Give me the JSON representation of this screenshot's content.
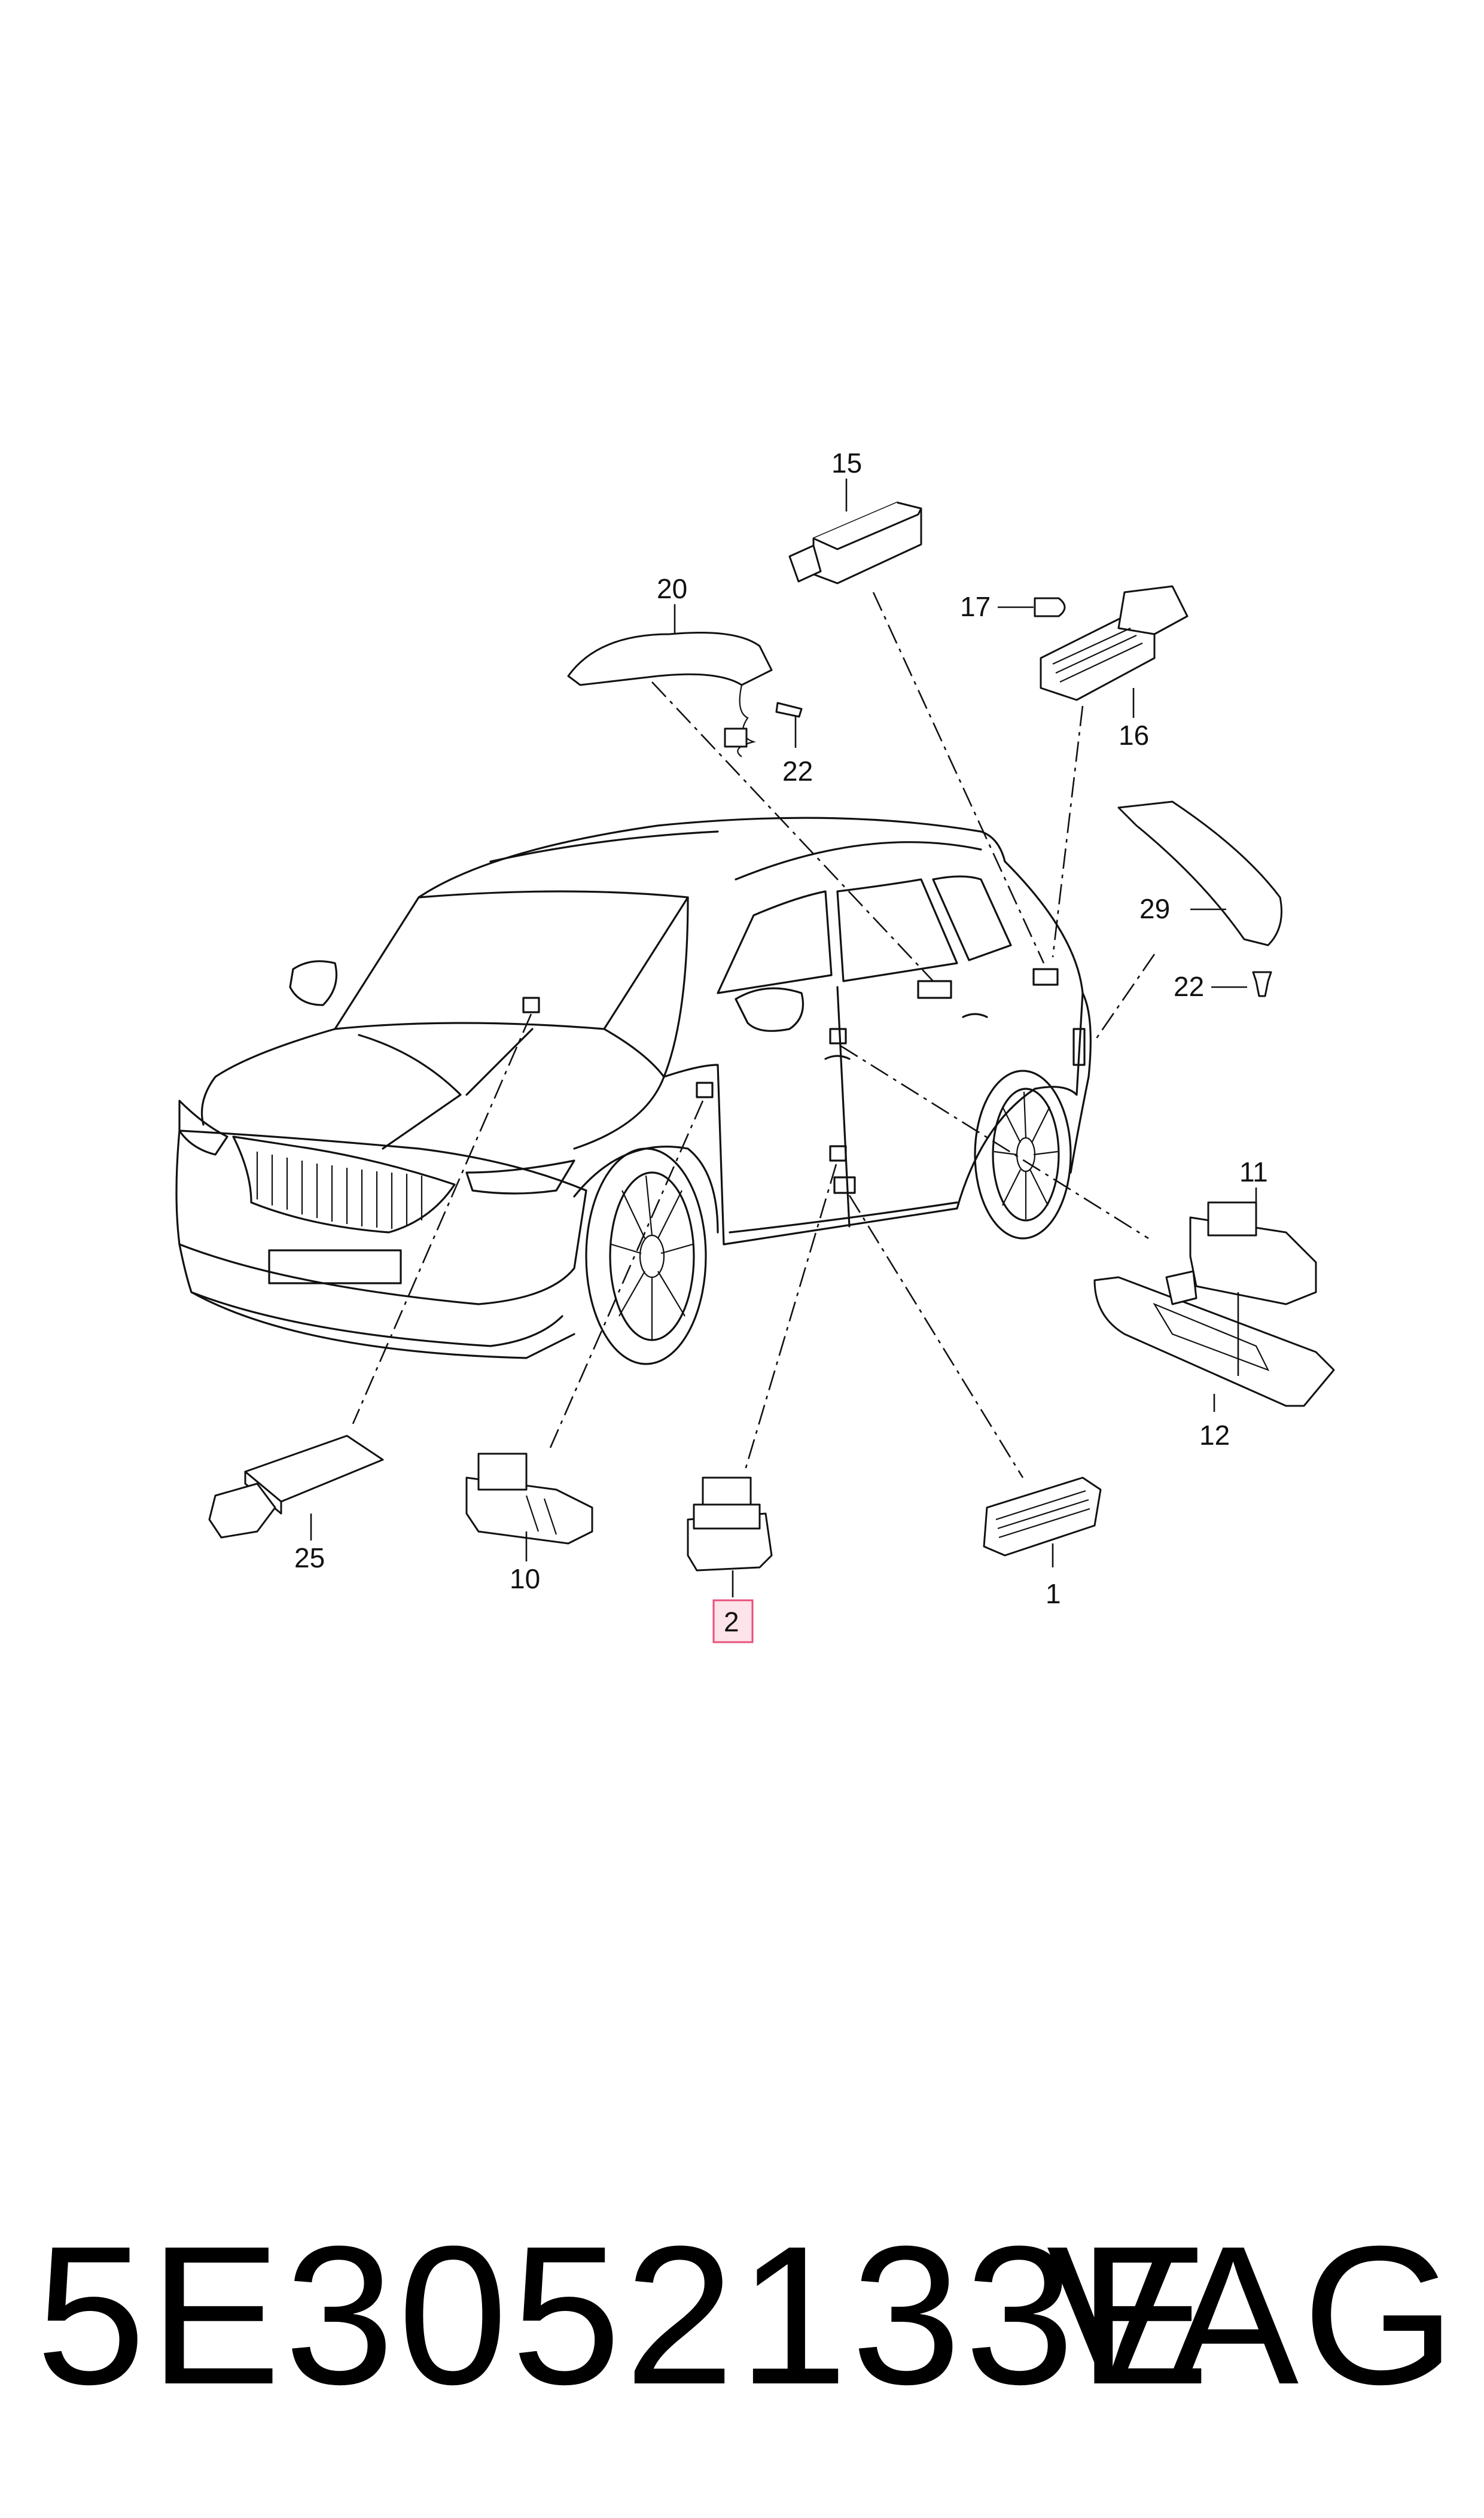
{
  "callouts": {
    "c15": "15",
    "c20": "20",
    "c17": "17",
    "c16": "16",
    "c22a": "22",
    "c29": "29",
    "c22b": "22",
    "c11": "11",
    "c12": "12",
    "c25": "25",
    "c10": "10",
    "c2": "2",
    "c1": "1"
  },
  "highlight": {
    "item": "2",
    "color": "#e8507a",
    "fill": "#fde3ea"
  },
  "footer": {
    "part_number": "5E3052133E",
    "brand": "VAG"
  }
}
